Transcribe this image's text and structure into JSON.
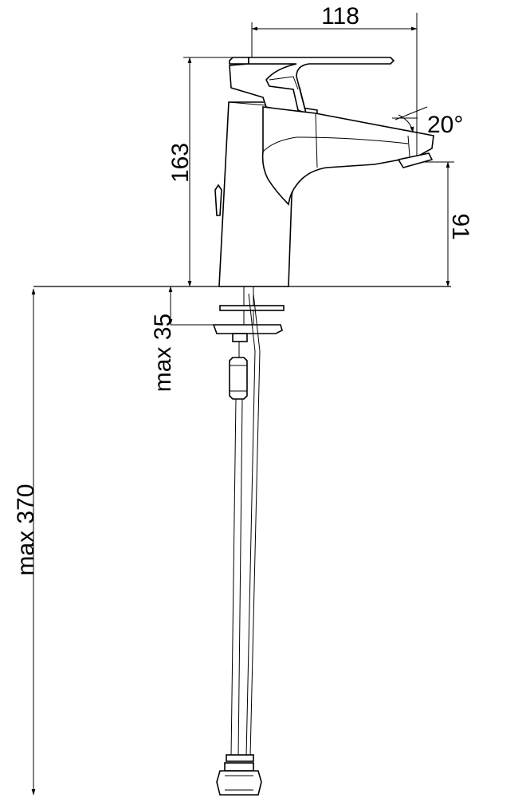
{
  "dimensions": {
    "spout_reach": "118",
    "total_height": "163",
    "spout_angle": "20°",
    "spout_height": "91",
    "max_deck_thickness": "max 35",
    "max_hose_length": "max 370"
  }
}
